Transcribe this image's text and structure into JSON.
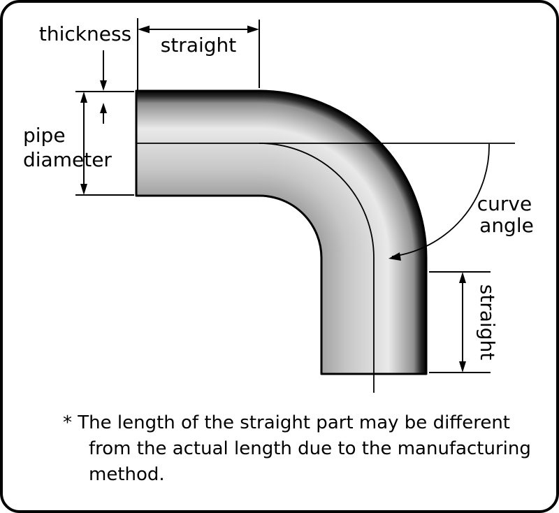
{
  "diagram": {
    "labels": {
      "thickness": "thickness",
      "straight_top": "straight",
      "pipe_line1": "pipe",
      "pipe_line2": "diameter",
      "curve_line1": "curve",
      "curve_line2": "angle",
      "straight_right": "straight"
    },
    "footnote": [
      "* The length of the straight part may be different",
      "from the actual length due to the manufacturing",
      "method."
    ],
    "colors": {
      "background": "#ffffff",
      "outline": "#000000",
      "wall_dark": "#000000",
      "wall_fade": "#8f8f8f",
      "body_highlight": "#e9e9e9",
      "body_mid": "#c6c6c6",
      "body_inner": "#a2a2a2"
    }
  }
}
